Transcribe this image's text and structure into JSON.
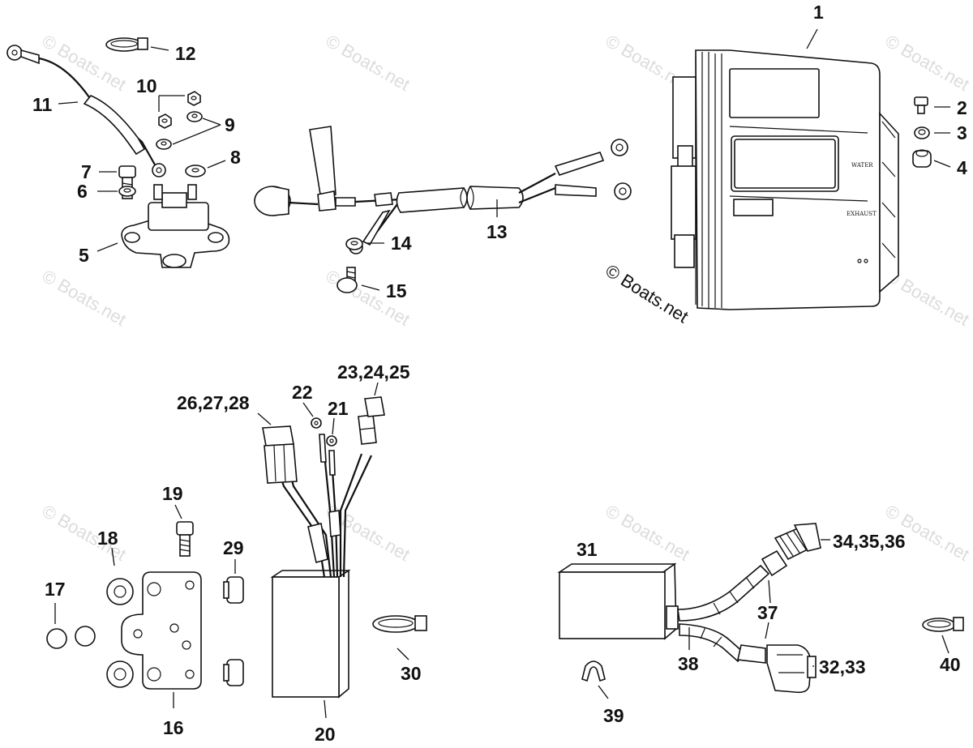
{
  "diagram": {
    "watermark": "© Boats.net",
    "copyright": "© Boats.net",
    "control_box_labels": [
      "WATER",
      "EXHAUST"
    ],
    "callouts": {
      "c1": "1",
      "c2": "2",
      "c3": "3",
      "c4": "4",
      "c5": "5",
      "c6": "6",
      "c7": "7",
      "c8": "8",
      "c9": "9",
      "c10": "10",
      "c11": "11",
      "c12": "12",
      "c13": "13",
      "c14": "14",
      "c15": "15",
      "c16": "16",
      "c17": "17",
      "c18": "18",
      "c19": "19",
      "c20": "20",
      "c21": "21",
      "c22": "22",
      "c23_25": "23,24,25",
      "c26_28": "26,27,28",
      "c29": "29",
      "c30": "30",
      "c31": "31",
      "c32_33": "32,33",
      "c34_36": "34,35,36",
      "c37": "37",
      "c38": "38",
      "c39": "39",
      "c40": "40"
    }
  }
}
